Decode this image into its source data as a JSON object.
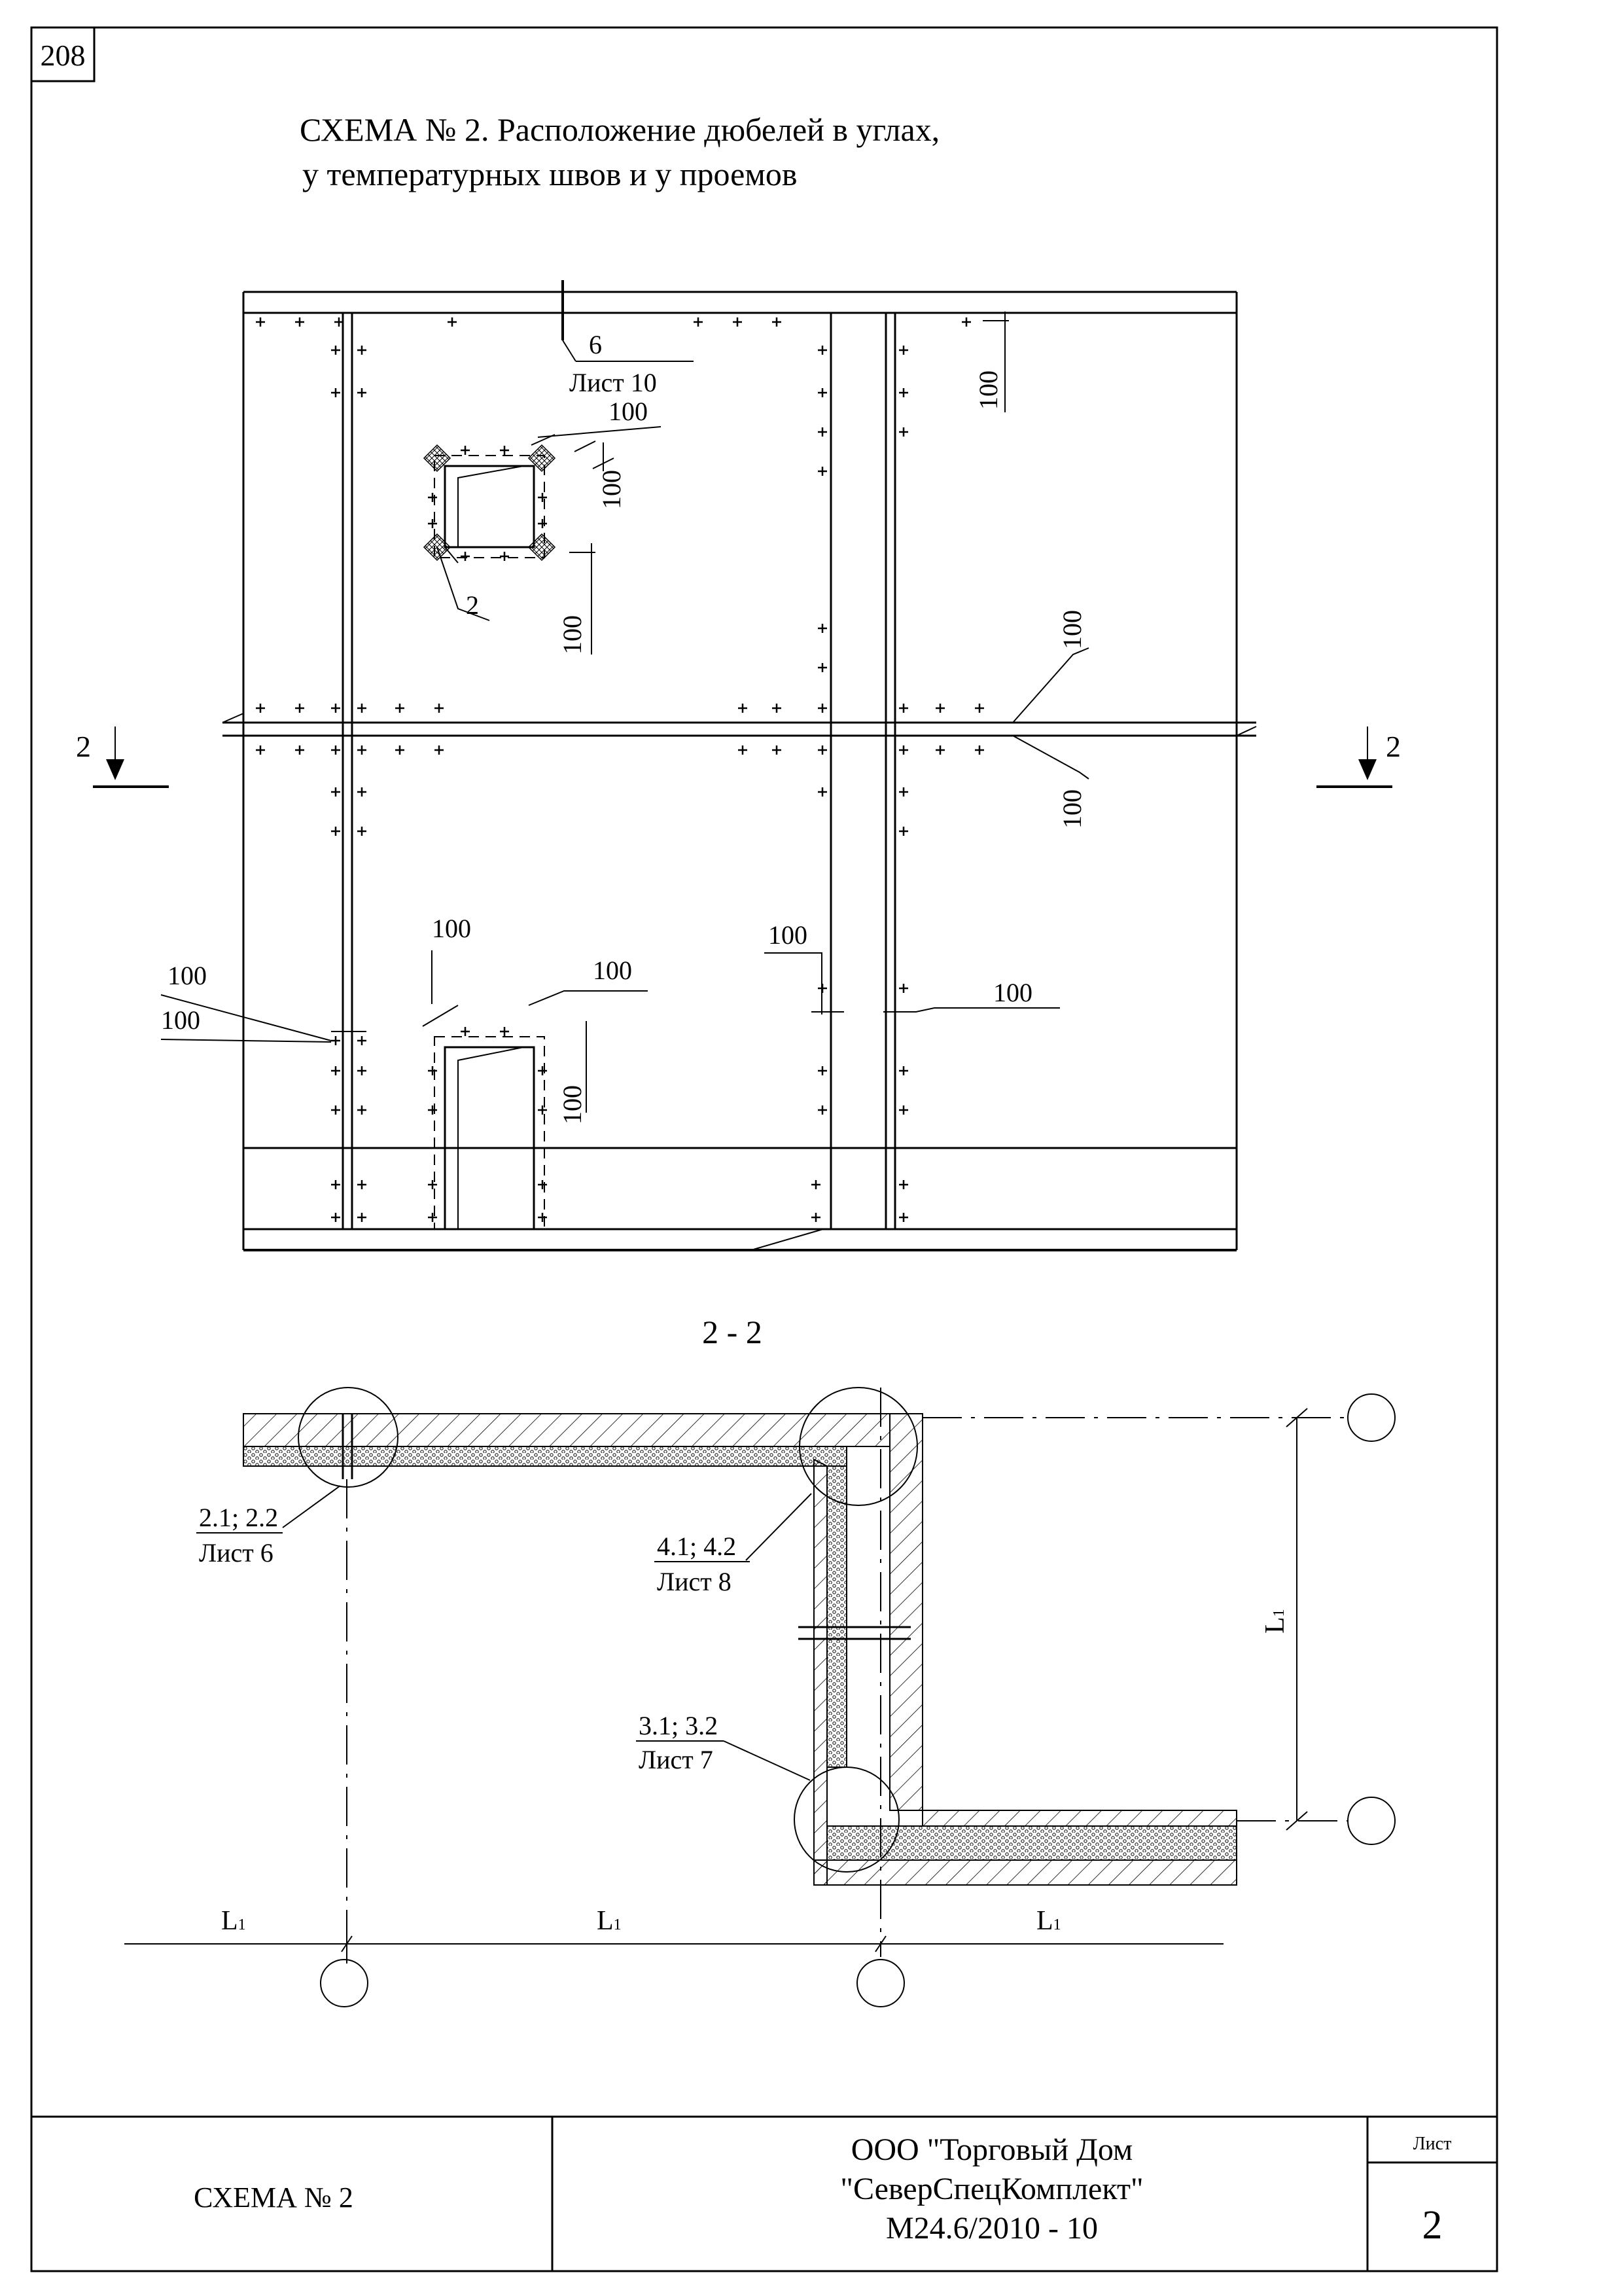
{
  "page_number": "208",
  "title": {
    "line1": "СХЕМА № 2. Расположение дюбелей в углах,",
    "line2": "у температурных швов и у проемов"
  },
  "elevation": {
    "ref_sheet10": {
      "num": "6",
      "sheet": "Лист 10"
    },
    "callout_2": "2",
    "section_mark": "2",
    "dim_100": "100"
  },
  "section": {
    "title": "2 - 2",
    "callouts": {
      "c21": {
        "num": "2.1; 2.2",
        "sheet": "Лист 6"
      },
      "c41": {
        "num": "4.1; 4.2",
        "sheet": "Лист 8"
      },
      "c31": {
        "num": "3.1; 3.2",
        "sheet": "Лист 7"
      }
    },
    "axis_label": "L",
    "axis_sub": "1"
  },
  "stamp": {
    "left": "СХЕМА № 2",
    "org_line1": "ООО \"Торговый Дом",
    "org_line2": "\"СеверСпецКомплект\"",
    "doc_code": "М24.6/2010 - 10",
    "sheet_label": "Лист",
    "sheet_number": "2"
  }
}
